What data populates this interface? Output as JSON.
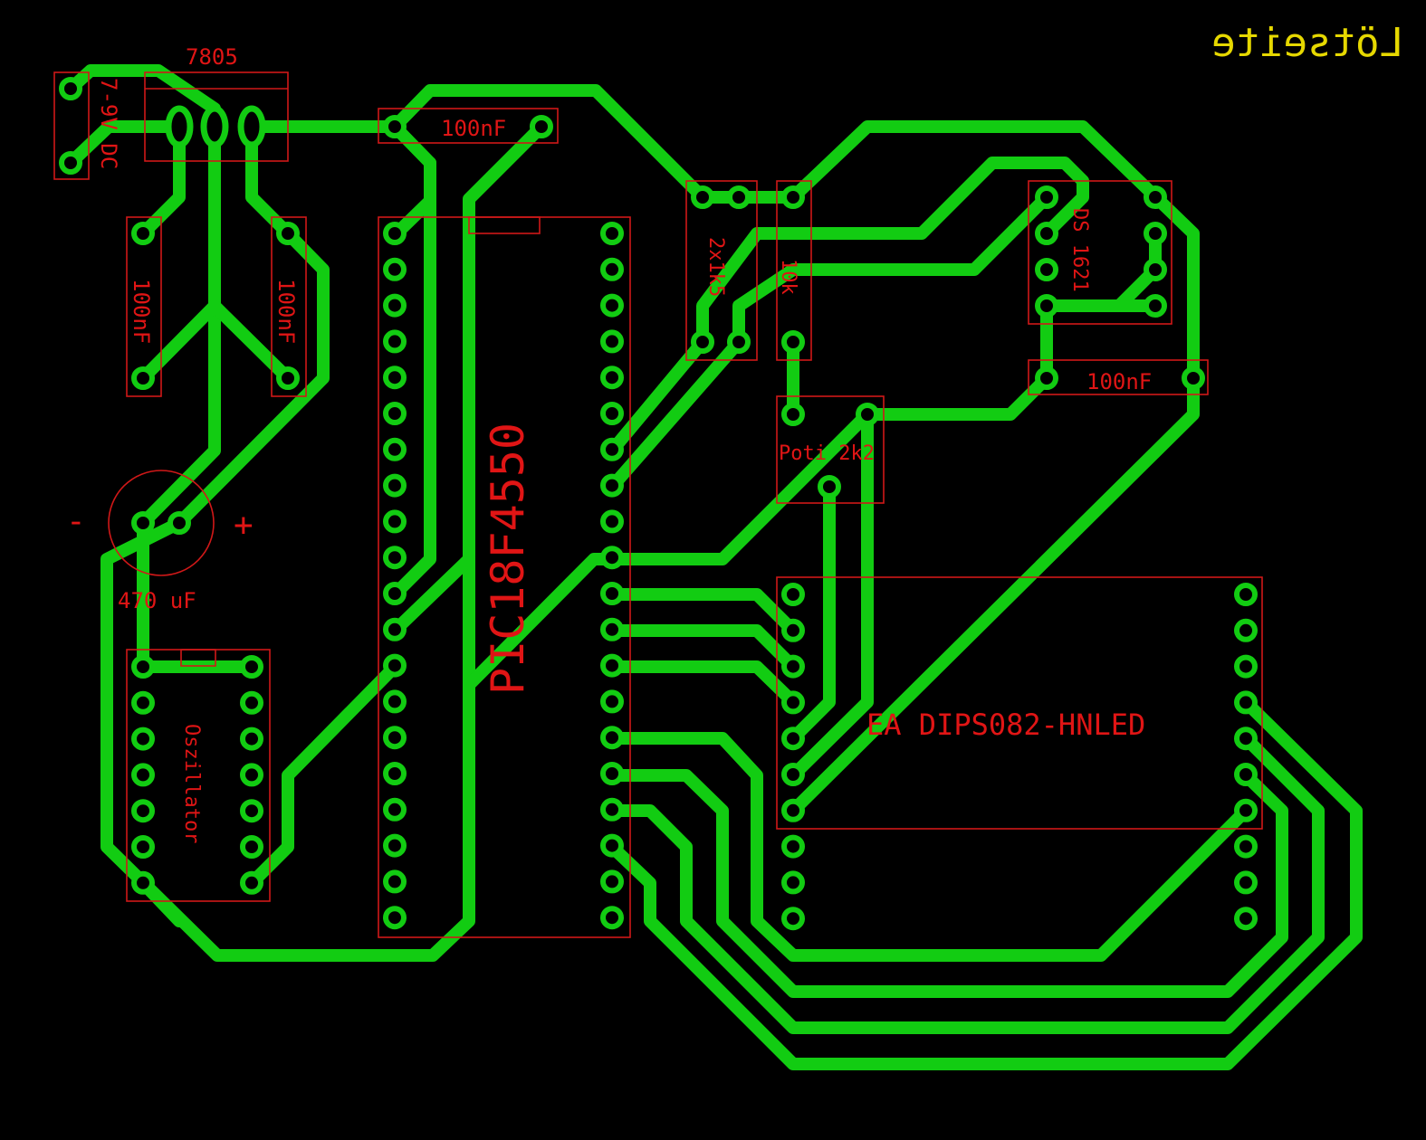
{
  "board_side_label": "Lötseite",
  "components": {
    "vreg": "7805",
    "power_in": "7-9V DC",
    "cap_100nF_top": "100nF",
    "cap_100nF_left1": "100nF",
    "cap_100nF_left2": "100nF",
    "cap_100nF_right": "100nF",
    "elcap_value": "470 uF",
    "elcap_minus": "-",
    "elcap_plus": "+",
    "oscillator": "Oszillator",
    "mcu": "PIC18F4550",
    "resistor_pair": "2x1k5",
    "resistor_10k": "10k",
    "sensor": "DS 1621",
    "poti": "Poti 2k2",
    "display": "EA DIPS082-HNLED"
  },
  "colors": {
    "copper": "#12cc12",
    "silkscreen": "#e01515",
    "side_label": "#e6d800",
    "background": "#000000"
  }
}
